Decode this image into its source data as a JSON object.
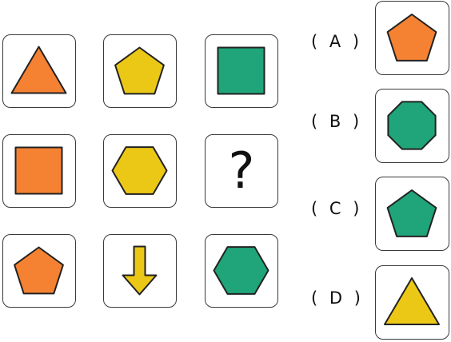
{
  "colors": {
    "orange": "#f58232",
    "yellow": "#ecc816",
    "green": "#1fa579",
    "stroke": "#222222"
  },
  "grid": [
    {
      "id": "r1c1",
      "shape": "triangle",
      "color": "orange"
    },
    {
      "id": "r1c2",
      "shape": "pentagon",
      "color": "yellow"
    },
    {
      "id": "r1c3",
      "shape": "square",
      "color": "green"
    },
    {
      "id": "r2c1",
      "shape": "square",
      "color": "orange"
    },
    {
      "id": "r2c2",
      "shape": "hexagon",
      "color": "yellow"
    },
    {
      "id": "r2c3",
      "shape": "question",
      "text": "?"
    },
    {
      "id": "r3c1",
      "shape": "pentagon",
      "color": "orange"
    },
    {
      "id": "r3c2",
      "shape": "arrow-down",
      "color": "yellow"
    },
    {
      "id": "r3c3",
      "shape": "hexagon",
      "color": "green"
    }
  ],
  "options": [
    {
      "label": "( A )",
      "shape": "pentagon",
      "color": "orange"
    },
    {
      "label": "( B )",
      "shape": "octagon",
      "color": "green"
    },
    {
      "label": "( C )",
      "shape": "pentagon",
      "color": "green"
    },
    {
      "label": "( D )",
      "shape": "triangle",
      "color": "yellow"
    }
  ]
}
